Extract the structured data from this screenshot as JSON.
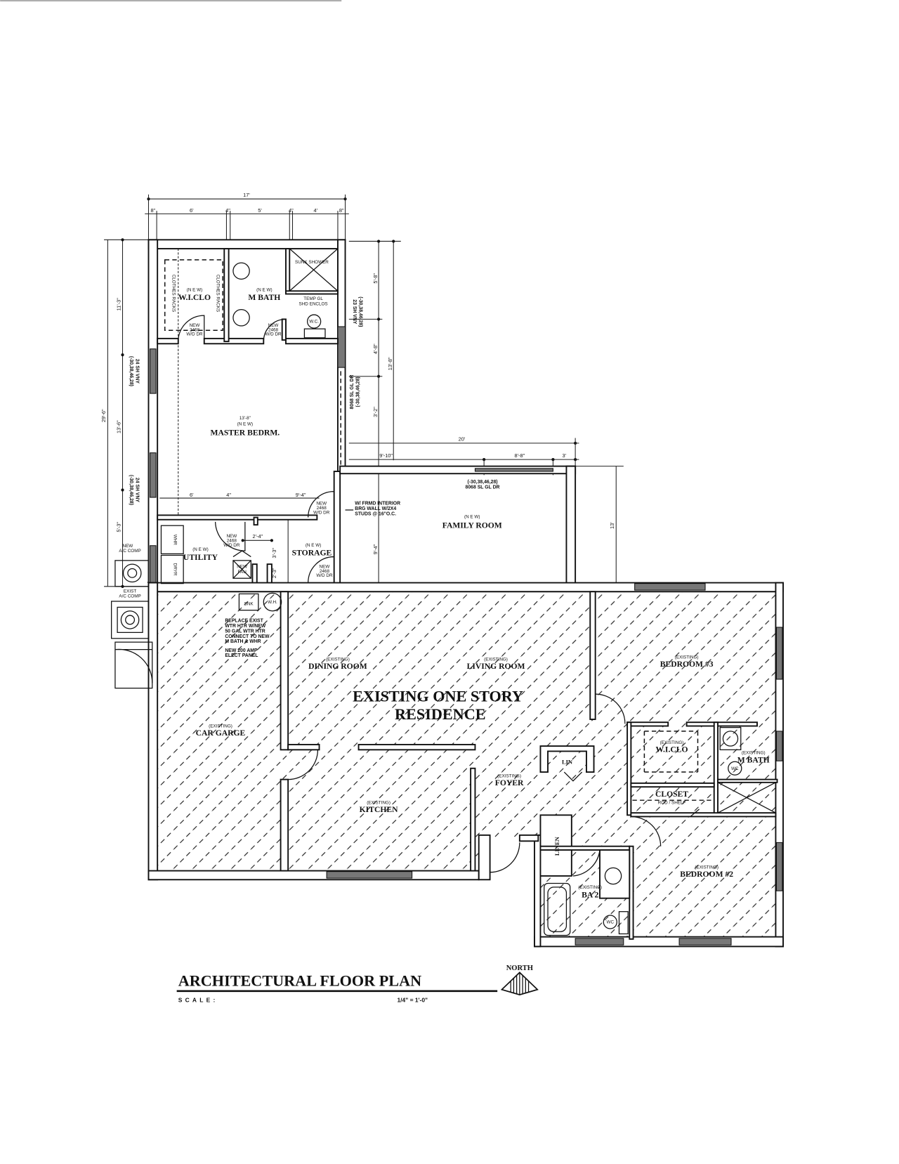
{
  "drawing": {
    "title": "ARCHITECTURAL FLOOR PLAN",
    "scale_label": "SCALE:",
    "scale_value": "1/4\" = 1'-0\"",
    "north_label": "NORTH",
    "main_label_line1": "EXISTING ONE STORY",
    "main_label_line2": "RESIDENCE"
  },
  "rooms": [
    {
      "prefix": "(N E W)",
      "name": "W.I.CLO"
    },
    {
      "prefix": "(N E W)",
      "name": "M BATH"
    },
    {
      "prefix": "(N E W)",
      "name": "MASTER BEDRM.",
      "dimension": "13'-8\""
    },
    {
      "prefix": "(N E W)",
      "name": "UTILITY"
    },
    {
      "prefix": "(N E W)",
      "name": "STORAGE"
    },
    {
      "prefix": "(N E W)",
      "name": "FAMILY ROOM"
    },
    {
      "prefix": "(EXISTING)",
      "name": "CAR GARGE"
    },
    {
      "prefix": "(EXISTING)",
      "name": "DINING ROOM"
    },
    {
      "prefix": "(EXISTING)",
      "name": "LIVING ROOM"
    },
    {
      "prefix": "(EXISTING)",
      "name": "BEDROOM #3"
    },
    {
      "prefix": "(EXISTING)",
      "name": "W.I.CLO"
    },
    {
      "prefix": "(EXISTING)",
      "name": "M BATH"
    },
    {
      "prefix": "(EXISTING)",
      "name": "FOYER"
    },
    {
      "prefix": "(EXISTING)",
      "name": "KITCHEN"
    },
    {
      "prefix": "(EXISTING)",
      "name": "BEDROOM #2"
    },
    {
      "prefix": "(EXISTING)",
      "name": "BA 2"
    },
    {
      "prefix": "ROD / SHELF",
      "name": "CLOSET"
    },
    {
      "name": "LIN"
    },
    {
      "name": "LINEN"
    }
  ],
  "fixtures": {
    "shower": "SUNK SHOWER",
    "shower_enclosure": [
      "TEMP GL",
      "SHD ENCLOS"
    ],
    "wc": "W.C.",
    "wc_small": "WC",
    "new_door": [
      "NEW",
      "2468",
      "W/D DR"
    ],
    "clothes_racks": "CLOTHES RACKS",
    "washer": "WHR",
    "dryer": "DRYR",
    "fau": [
      "NEW",
      "FAU"
    ],
    "sink": "SNK",
    "water_heater": "W.H.",
    "new_ac": [
      "NEW",
      "A/C COMP"
    ],
    "exist_ac": [
      "EXIST",
      "A/C COMP"
    ]
  },
  "notes": {
    "bearing_wall": [
      "W/ FRMD INTERIOR",
      "BRG WALL W/2X4",
      "STUDS @ 16\"O.C."
    ],
    "water_heater": [
      "REPLACE EXIST",
      "WTR HTR W/NEW",
      "50 GAL WTR HTR",
      "CONNECT TO NEW",
      "M BATH & WHR"
    ],
    "panel": [
      "NEW 200 AMP",
      "ELECT PANEL"
    ],
    "slider": [
      "(-30,38,46,28)",
      "8068 SL GL DR"
    ],
    "bedroom_slider": [
      "8068 SL GL DR",
      "(-30,38,46,28)"
    ],
    "window_24": [
      "24 SH VNY",
      "(-30,38,46,28)"
    ],
    "window_23": [
      "23 SH VNY",
      "(-30,38,46,28)"
    ]
  },
  "dimensions": {
    "top_overall": "17'",
    "top_parts": [
      "8\"",
      "6'",
      "4\"",
      "5'",
      "4\"",
      "4'",
      "8\""
    ],
    "left_overall": "29'-6\"",
    "left_parts": [
      "11'-3\"",
      "13'-6\"",
      "5'-3\""
    ],
    "right_parts": [
      "5'-8\"",
      "4'-8\"",
      "3'-2\""
    ],
    "right_overall": "13'-8\"",
    "family_overall": "20'",
    "family_parts": [
      "9'-10\"",
      "8'-8\"",
      "3'"
    ],
    "family_depth": "13'",
    "family_left": "9'-4\"",
    "master_bottom": [
      "6'",
      "4\"",
      "9'-4\""
    ],
    "utility": [
      "2'-4\"",
      "3'-3\"",
      "2'-3\""
    ]
  },
  "colors": {
    "ink": "#111111",
    "paper": "#ffffff"
  }
}
